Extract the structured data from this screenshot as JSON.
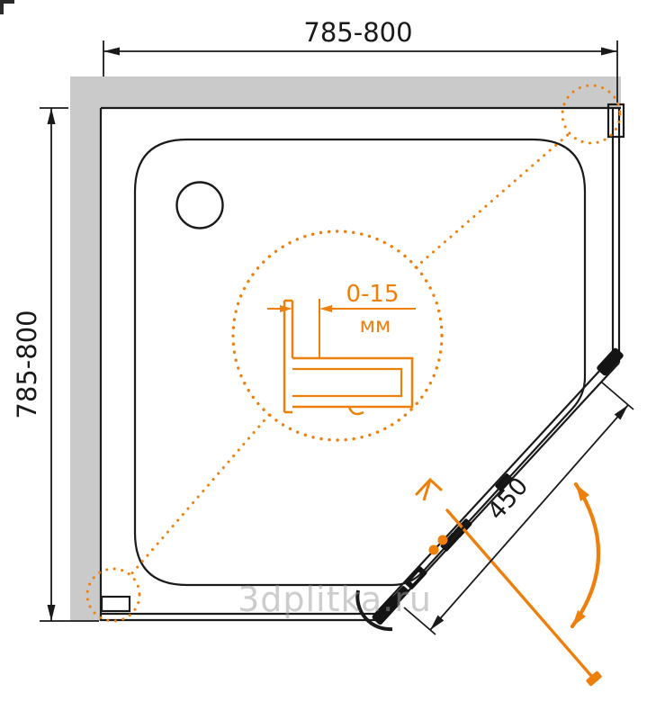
{
  "diagram": {
    "type": "technical-drawing",
    "subject": "pentagonal-corner-shower-enclosure-top-view",
    "dimensions": {
      "top_width": "785-800",
      "left_depth": "785-800",
      "door_width": "450",
      "detail_adjustment": "0-15",
      "detail_unit": "мм"
    },
    "watermark": "3dplitka.ru",
    "colors": {
      "accent": "#EE7F0A",
      "wall": "#CACACA",
      "line": "#1A1A1A",
      "watermark": "#9B9B9B"
    }
  }
}
